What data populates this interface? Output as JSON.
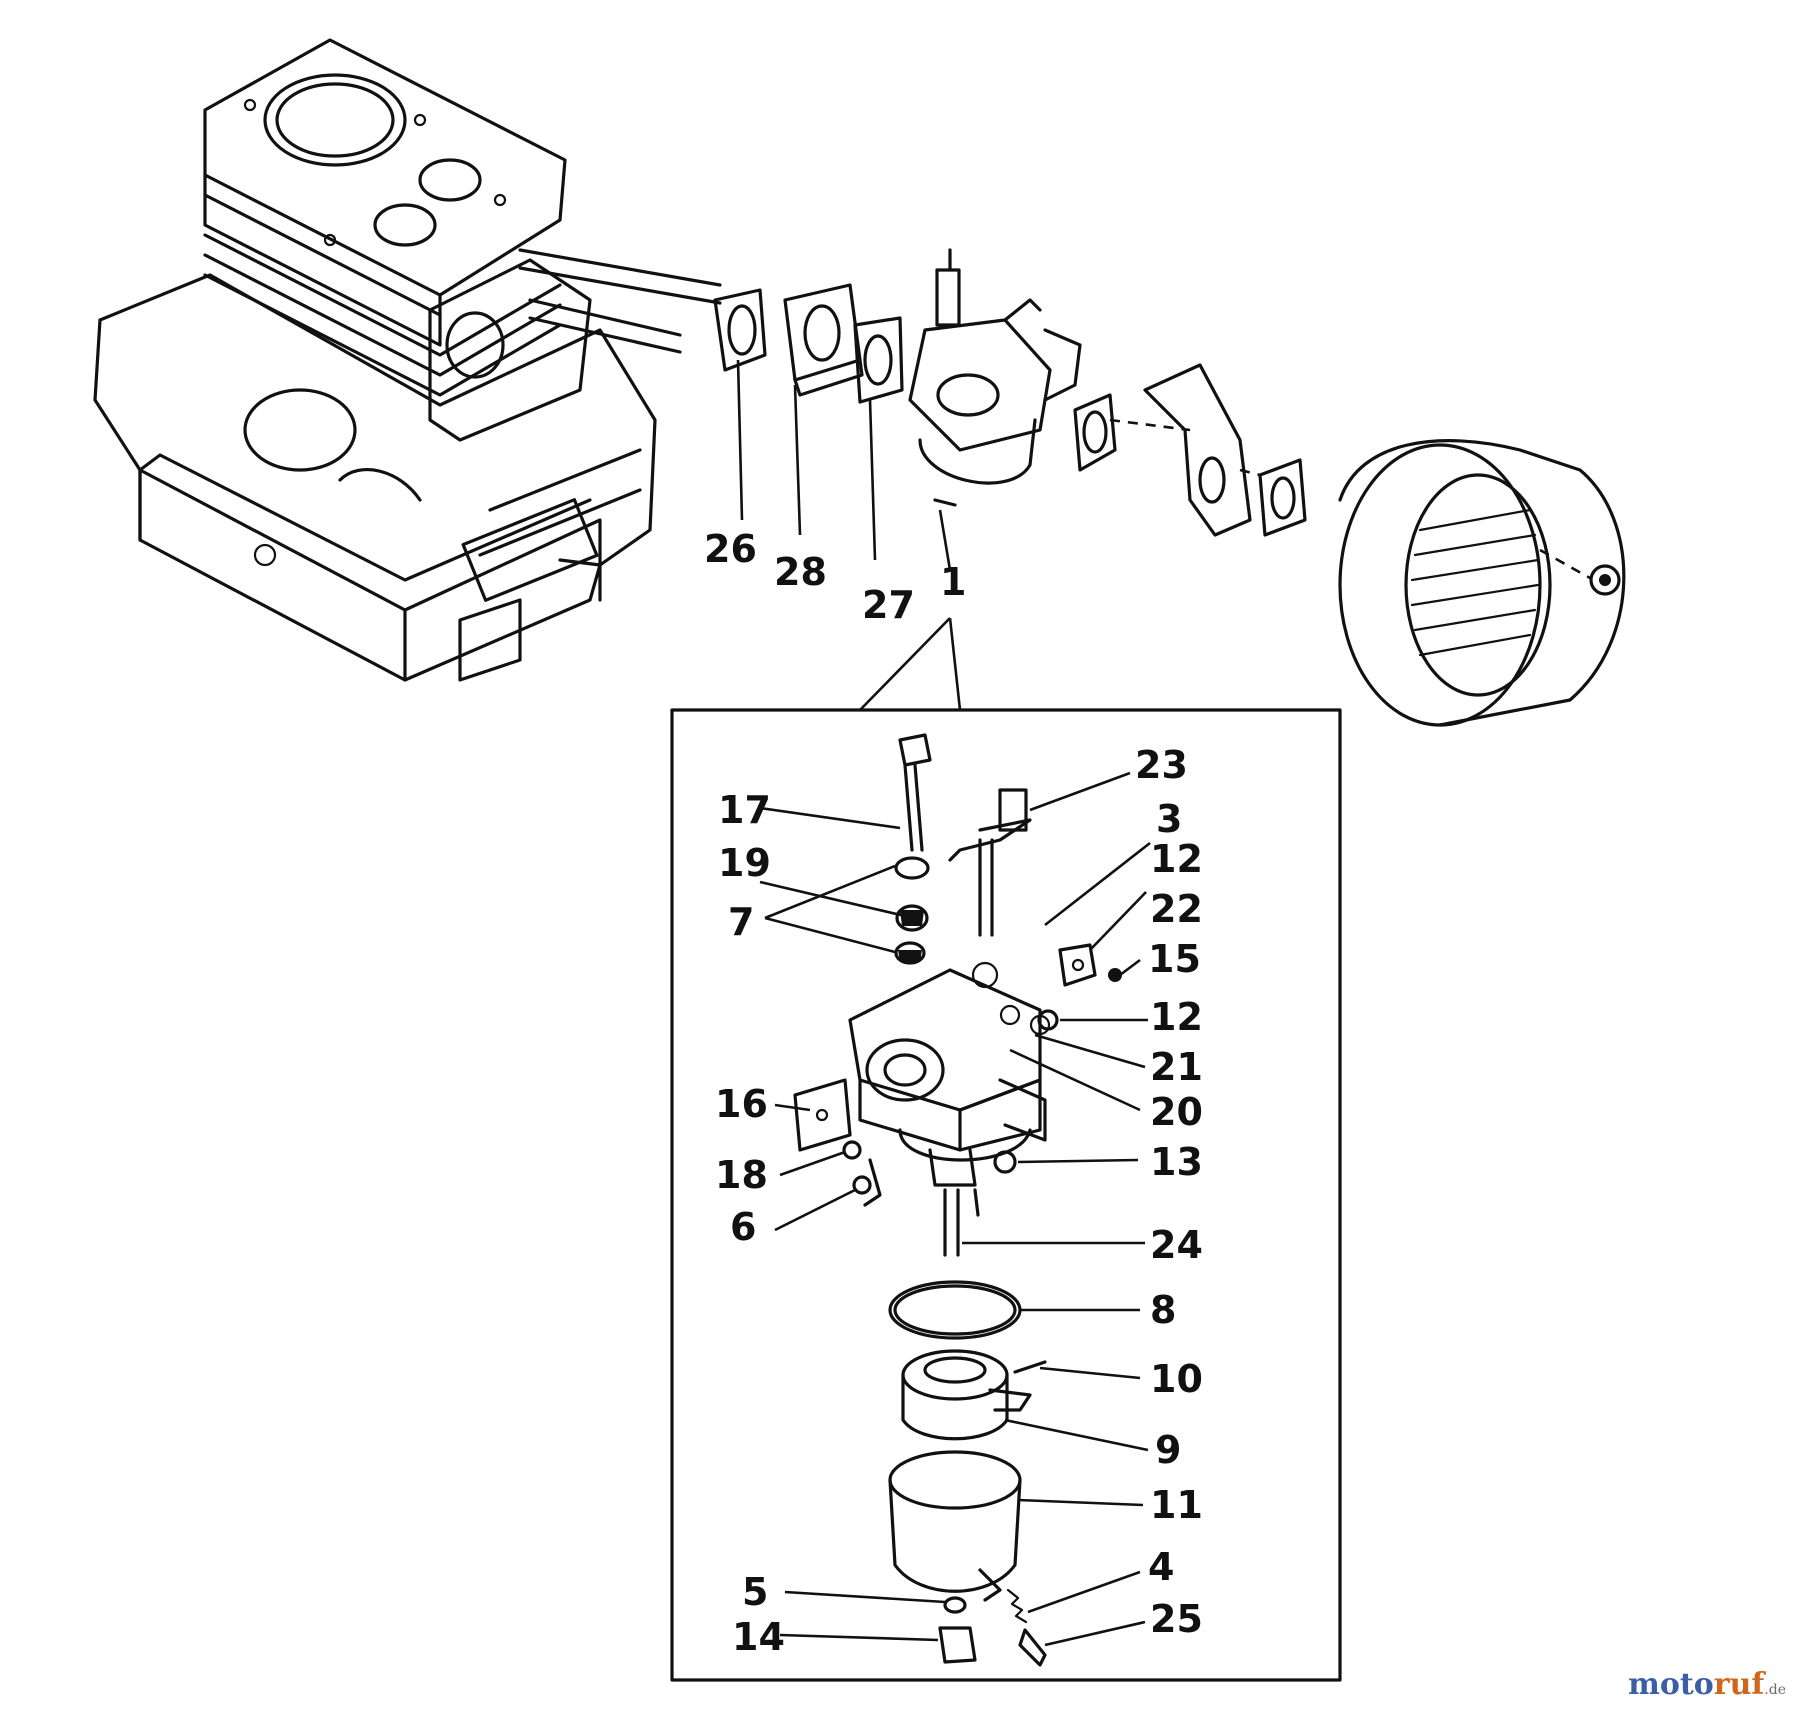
{
  "callouts": [
    {
      "id": "26",
      "text": "26"
    },
    {
      "id": "28",
      "text": "28"
    },
    {
      "id": "27",
      "text": "27"
    },
    {
      "id": "1",
      "text": "1"
    },
    {
      "id": "23",
      "text": "23"
    },
    {
      "id": "17",
      "text": "17"
    },
    {
      "id": "3",
      "text": "3"
    },
    {
      "id": "12a",
      "text": "12"
    },
    {
      "id": "19",
      "text": "19"
    },
    {
      "id": "22",
      "text": "22"
    },
    {
      "id": "7",
      "text": "7"
    },
    {
      "id": "15",
      "text": "15"
    },
    {
      "id": "12b",
      "text": "12"
    },
    {
      "id": "21",
      "text": "21"
    },
    {
      "id": "20",
      "text": "20"
    },
    {
      "id": "16",
      "text": "16"
    },
    {
      "id": "13",
      "text": "13"
    },
    {
      "id": "18",
      "text": "18"
    },
    {
      "id": "6",
      "text": "6"
    },
    {
      "id": "24",
      "text": "24"
    },
    {
      "id": "8",
      "text": "8"
    },
    {
      "id": "10",
      "text": "10"
    },
    {
      "id": "9",
      "text": "9"
    },
    {
      "id": "11",
      "text": "11"
    },
    {
      "id": "5",
      "text": "5"
    },
    {
      "id": "4",
      "text": "4"
    },
    {
      "id": "14",
      "text": "14"
    },
    {
      "id": "25",
      "text": "25"
    }
  ],
  "watermark": {
    "part1": "moto",
    "part2": "ruf",
    "part3": ".de"
  },
  "colors": {
    "ink": "#111111",
    "background": "#ffffff",
    "watermark_blue": "#3b5fa6",
    "watermark_orange": "#d0661b"
  }
}
